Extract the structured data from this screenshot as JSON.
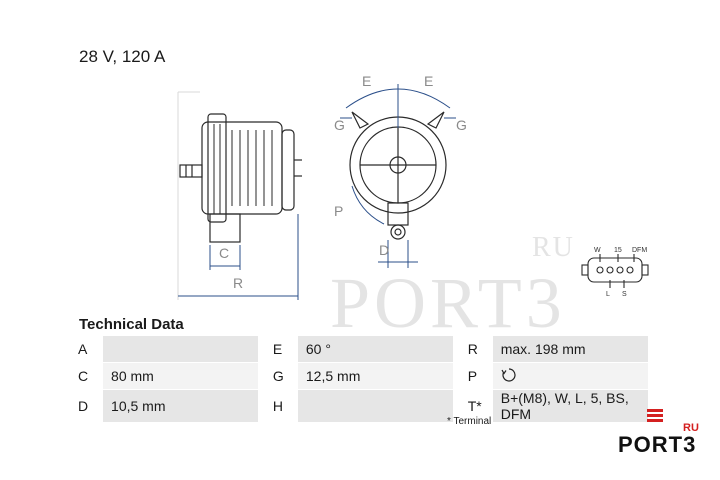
{
  "heading": "28 V, 120 A",
  "watermark": {
    "main": "PORT3",
    "ru": "RU"
  },
  "drawing": {
    "dimension_labels": {
      "E": "E",
      "G": "G",
      "P": "P",
      "D": "D",
      "C": "C",
      "R": "R"
    },
    "connector_labels": {
      "W": "W",
      "n15": "15",
      "DFM": "DFM",
      "L": "L",
      "S": "S"
    }
  },
  "technical_title": "Technical Data",
  "rows": [
    {
      "k1": "A",
      "v1": "",
      "k2": "E",
      "v2": "60 °",
      "k3": "R",
      "v3": "max. 198 mm"
    },
    {
      "k1": "C",
      "v1": "80 mm",
      "k2": "G",
      "v2": "12,5 mm",
      "k3": "P",
      "v3": ""
    },
    {
      "k1": "D",
      "v1": "10,5 mm",
      "k2": "H",
      "v2": "",
      "k3": "T*",
      "v3": "B+(M8), W, L, 5, BS, DFM"
    }
  ],
  "rotation_icon": "clockwise-rotation-icon",
  "footnote": "* Terminal",
  "logo": {
    "text": "PORT3",
    "ru": "RU",
    "accent": "#d42020"
  }
}
